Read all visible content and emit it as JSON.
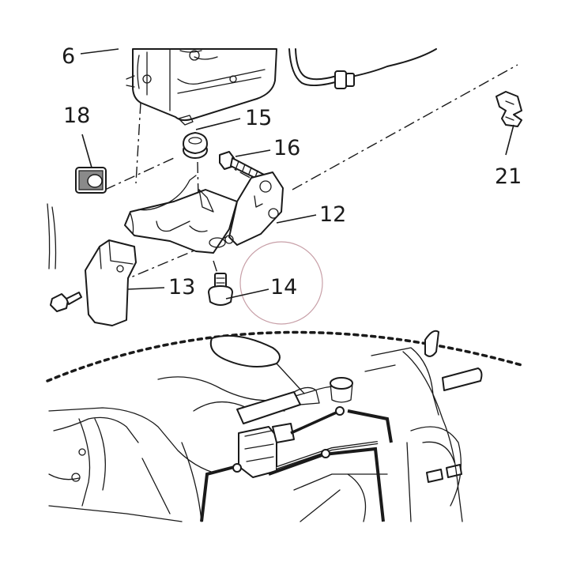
{
  "callouts": {
    "c6": "6",
    "c12": "12",
    "c13": "13",
    "c14": "14",
    "c15": "15",
    "c16": "16",
    "c18": "18",
    "c21": "21"
  },
  "colors": {
    "line": "#1a1a1a",
    "highlight_circle": "#c8a0a8",
    "background": "#ffffff"
  }
}
